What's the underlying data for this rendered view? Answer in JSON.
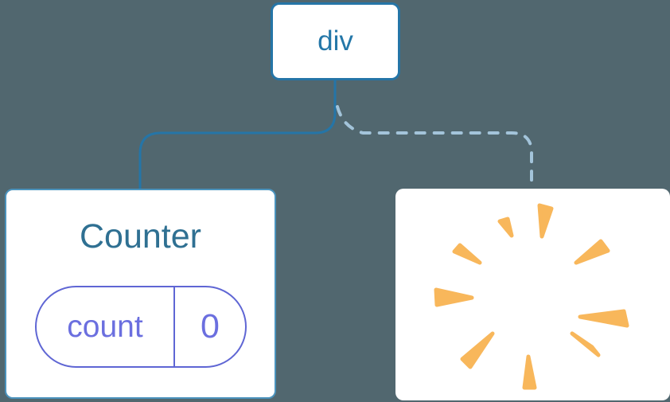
{
  "diagram": {
    "root": {
      "label": "div"
    },
    "counter": {
      "title": "Counter",
      "state": {
        "key": "count",
        "value": "0"
      }
    },
    "removed": {
      "icon": "poof-starburst"
    },
    "connectors": {
      "kept_child": "solid",
      "removed_child": "dashed"
    },
    "colors": {
      "background": "#51676f",
      "node_blue": "#2575a7",
      "root_text": "#2477a8",
      "counter_title": "#2f7092",
      "counter_card_border": "#4b93bd",
      "pill_border": "#5f66d4",
      "pill_text": "#6b6fdf",
      "dashed_connector": "#a3c4da",
      "burst_orange": "#f8b75b",
      "card_white": "#ffffff"
    }
  }
}
